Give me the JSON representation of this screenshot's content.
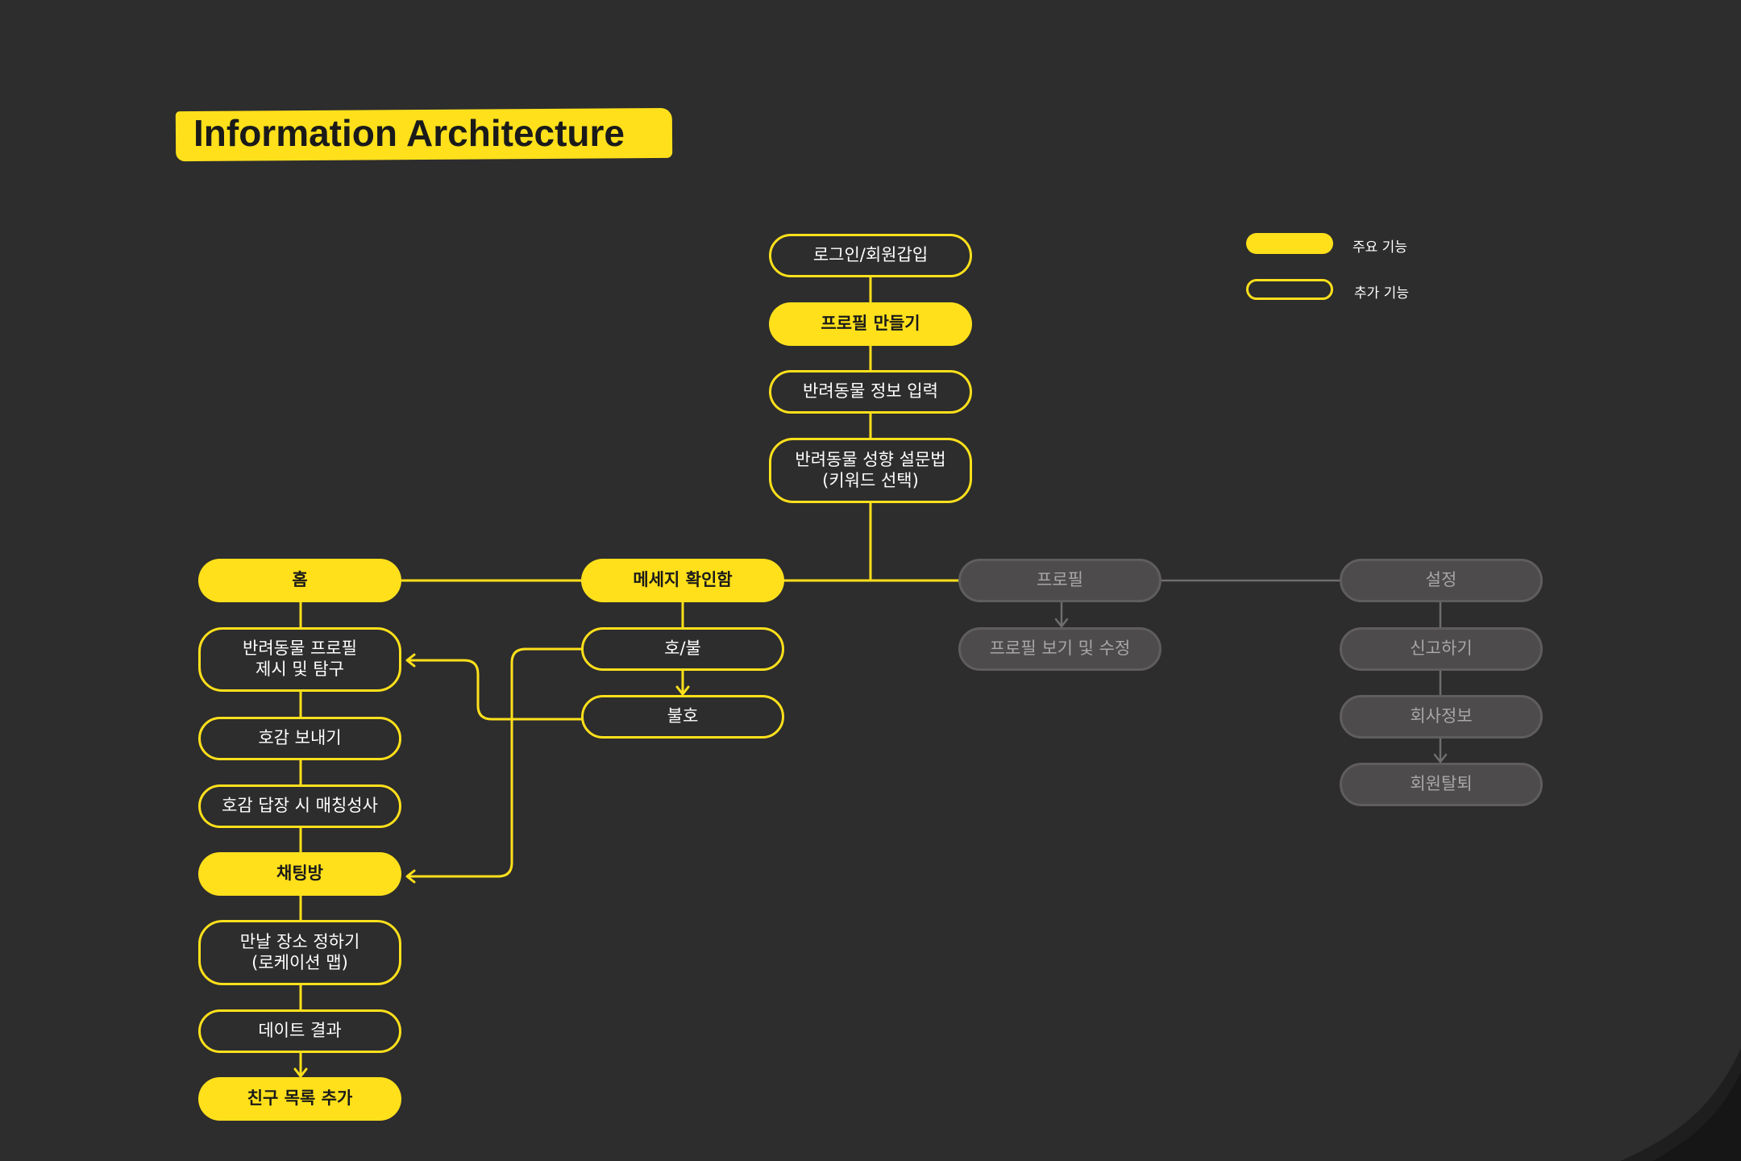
{
  "title": "Information Architecture",
  "legend": {
    "primary": "주요 기능",
    "secondary": "추가 기능"
  },
  "nodes": {
    "login": "로그인/회원갑입",
    "profile_create": "프로필 만들기",
    "pet_info": "반려동물 정보 입력",
    "pet_survey": "반려동물 성향 설문법\n(키워드 선택)",
    "home": "홈",
    "pet_profile_explore": "반려동물 프로필\n제시 및 탐구",
    "send_like": "호감 보내기",
    "match_on_reply": "호감 답장 시 매칭성사",
    "chat_room": "채팅방",
    "meeting_place": "만날 장소 정하기\n(로케이션 맵)",
    "date_result": "데이트 결과",
    "add_friend": "친구 목록 추가",
    "inbox": "메세지 확인함",
    "like_dislike": "호/불",
    "dislike": "불호",
    "profile": "프로필",
    "profile_view_edit": "프로필 보기 및 수정",
    "settings": "설정",
    "report": "신고하기",
    "company_info": "회사정보",
    "withdraw": "회원탈퇴"
  },
  "colors": {
    "background": "#2d2d2d",
    "accent": "#ffe01b",
    "muted_fill": "#4d4b4b",
    "muted_line": "#6f6d6d",
    "text_light": "#ffffff",
    "text_dark": "#1a1a1a",
    "text_muted": "#a8a6a6"
  }
}
